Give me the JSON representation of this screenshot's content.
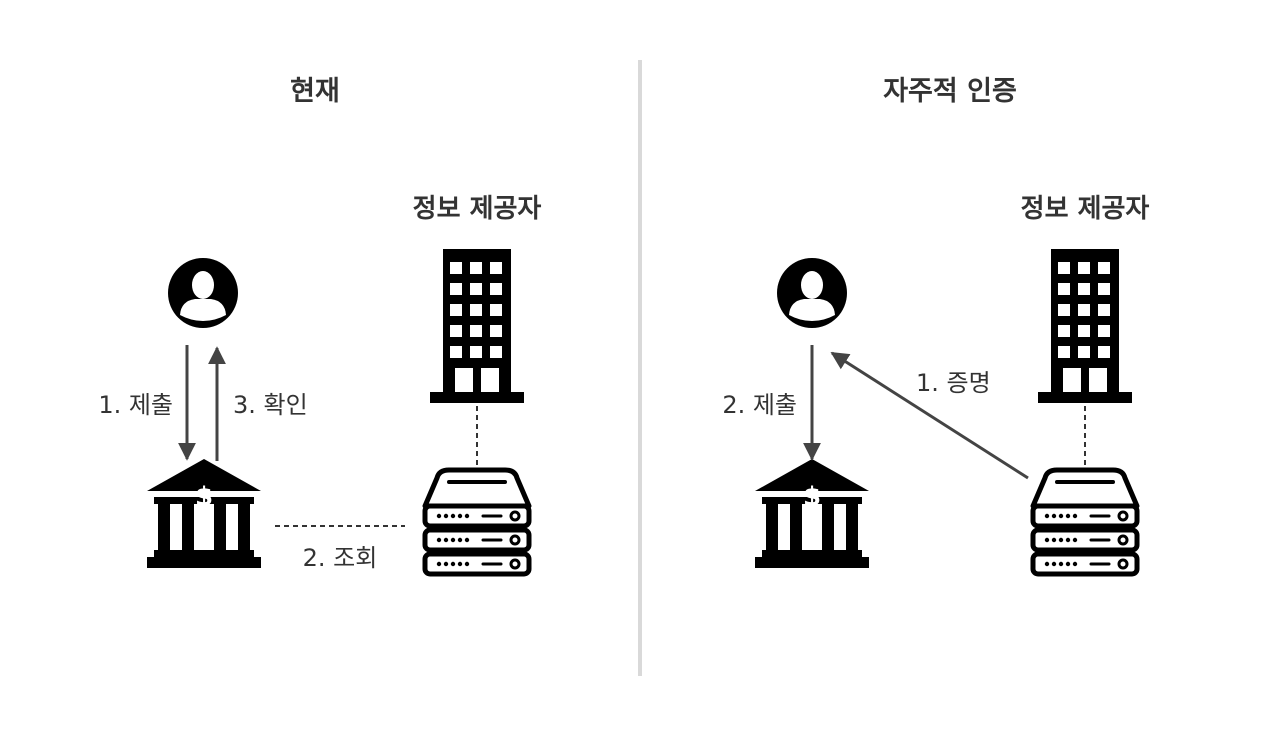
{
  "left_panel": {
    "title": "현재",
    "provider_label": "정보 제공자",
    "steps": {
      "submit": "1. 제출",
      "lookup": "2. 조회",
      "confirm": "3. 확인"
    }
  },
  "right_panel": {
    "title": "자주적 인증",
    "provider_label": "정보 제공자",
    "steps": {
      "prove": "1. 증명",
      "submit": "2. 제출"
    }
  },
  "bank_symbol": "$",
  "icons": [
    "person-icon",
    "bank-icon",
    "building-icon",
    "server-icon"
  ],
  "colors": {
    "ink": "#000000",
    "text": "#333333",
    "arrow": "#444444",
    "divider": "#d9d9d9"
  }
}
